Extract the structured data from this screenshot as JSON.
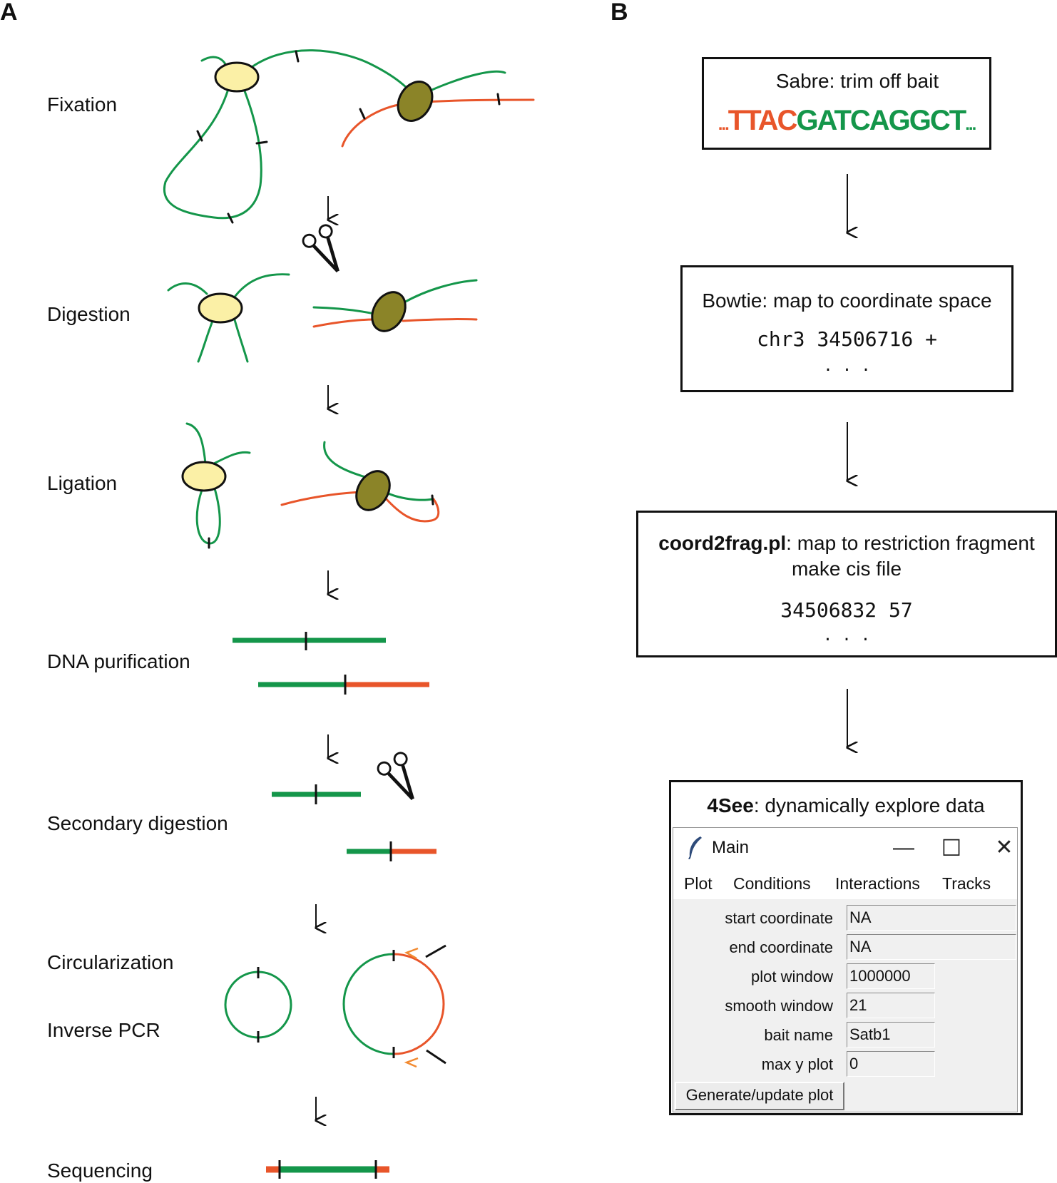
{
  "panel_a": {
    "letter": "A",
    "steps": [
      "Fixation",
      "Digestion",
      "Ligation",
      "DNA purification",
      "Secondary digestion",
      "Circularization",
      "Inverse PCR",
      "Sequencing"
    ]
  },
  "panel_b": {
    "letter": "B",
    "sabre": {
      "title": "Sabre: trim off bait",
      "seq_left_dots": "...",
      "seq_orange": "TTAC",
      "seq_green": "GATCAGGCT",
      "seq_right_dots": "..."
    },
    "bowtie": {
      "title": "Bowtie: map to coordinate space",
      "output": "chr3 34506716 +",
      "more": ". . ."
    },
    "coord2frag": {
      "title_bold": "coord2frag.pl",
      "title_rest": ": map to restriction fragment",
      "title_line2": "make cis file",
      "output": "34506832 57",
      "more": ". . ."
    },
    "foursee": {
      "title_bold": "4See",
      "title_rest": ": dynamically explore data",
      "window": {
        "title": "Main",
        "minimize": "—",
        "maximize": "☐",
        "close": "✕",
        "menus": [
          "Plot",
          "Conditions",
          "Interactions",
          "Tracks"
        ],
        "fields": [
          {
            "label": "start coordinate",
            "value": "NA"
          },
          {
            "label": "end coordinate",
            "value": "NA"
          },
          {
            "label": "plot window",
            "value": "1000000"
          },
          {
            "label": "smooth window",
            "value": "21"
          },
          {
            "label": "bait name",
            "value": "Satb1"
          },
          {
            "label": "max y plot",
            "value": "0"
          }
        ],
        "button": "Generate/update plot"
      }
    }
  },
  "colors": {
    "green": "#14964a",
    "orange": "#e8552a",
    "light_yellow": "#fbf0a6",
    "olive": "#8b8428",
    "feather_icon": "#2e4b7a"
  },
  "icons": [
    "scissors-icon",
    "feather-icon",
    "arrow-down-icon"
  ]
}
